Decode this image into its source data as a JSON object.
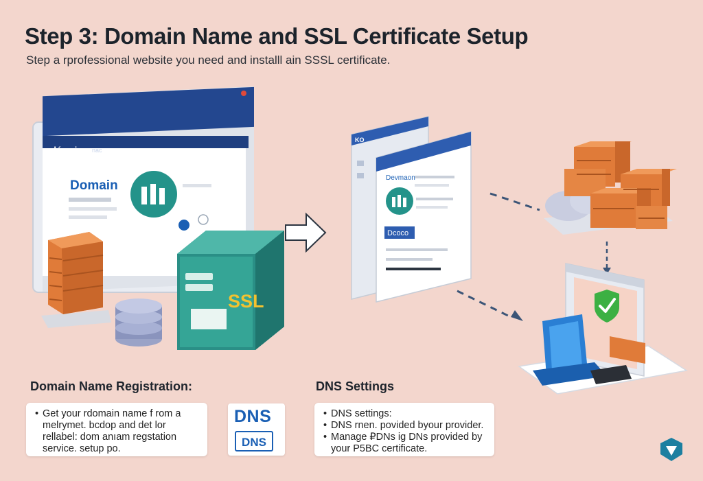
{
  "header": {
    "title": "Step 3: Domain Name and SSL Certificate Setup",
    "subtitle": "Step a rprofessional website you need and installl ain SSSL certificate."
  },
  "illustration": {
    "browser_tab": "dómain",
    "browser_tab_extra": "nac",
    "browser_heading": "Domain",
    "ssl_label": "SSL",
    "document_tab": "KO",
    "document_heading": "Devmaon",
    "document_button": "Dcoco",
    "icons": [
      "browser-window-icon",
      "server-icon",
      "database-icon",
      "ssl-box-icon",
      "arrow-right-icon",
      "document-icon",
      "server-stack-icon",
      "cloud-icon",
      "laptop-icon",
      "shield-check-icon",
      "logo-icon"
    ],
    "colors": {
      "background": "#f3d6cd",
      "accent_blue": "#1a5fb4",
      "teal": "#2a9d8f",
      "orange": "#e07b39",
      "check_green": "#3cb043"
    }
  },
  "sections": {
    "domain": {
      "title": "Domain Name Registration:",
      "items": [
        "Get your rdomain name  f rom a melrymet. bcdop and det lor rellabel: dom anıam regstation service. setup po."
      ]
    },
    "dns": {
      "title": "DNS Settings",
      "badge_top": "DNS",
      "badge_bottom": "DNS",
      "items": [
        "DNS settings:",
        "DNS rnen. povided byour provider.",
        "Manage ₽DNs ig DNs provided by your P5BC certificate."
      ]
    }
  }
}
